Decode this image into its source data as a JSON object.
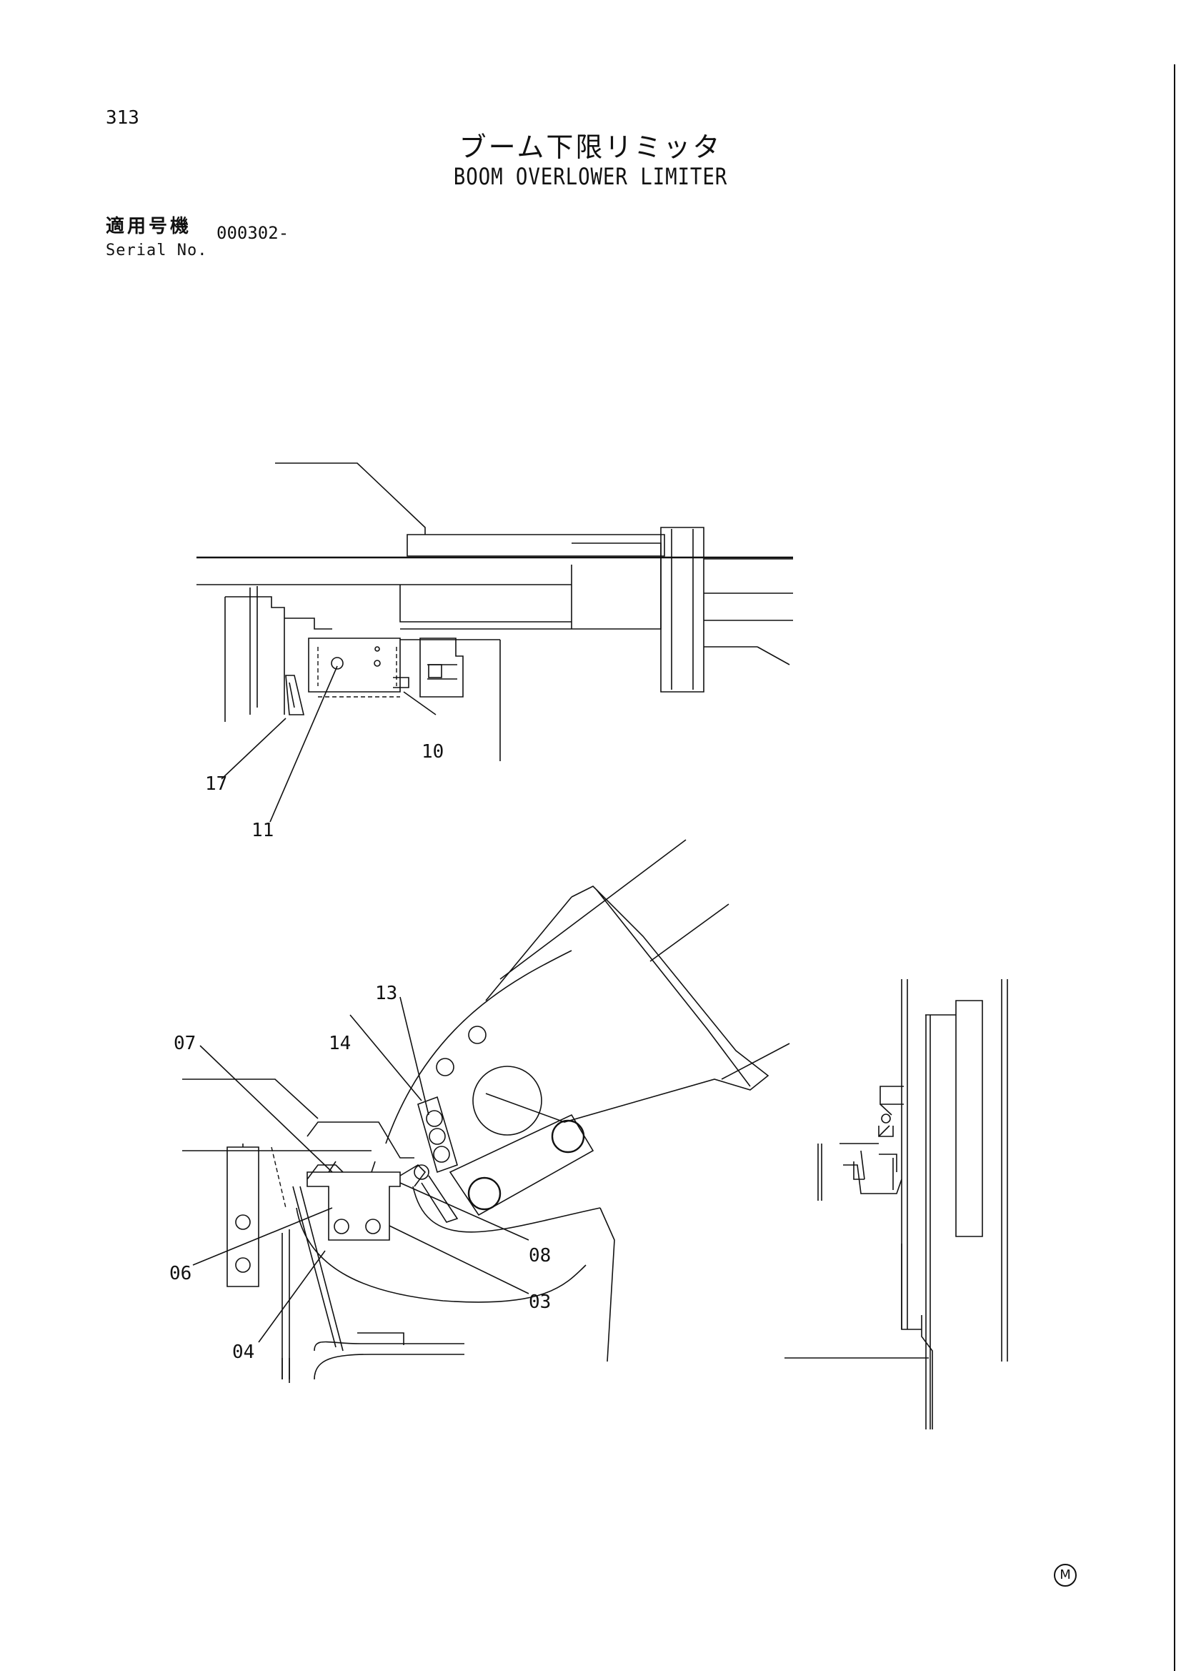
{
  "header": {
    "page_number": "313",
    "title_jp": "ブーム下限リミッタ",
    "title_en": "BOOM OVERLOWER LIMITER"
  },
  "serial": {
    "label_jp": "適用号機",
    "label_en": "Serial No.",
    "value": "000302-"
  },
  "callouts": {
    "c17": "17",
    "c11": "11",
    "c10": "10",
    "c13": "13",
    "c14": "14",
    "c07": "07",
    "c06": "06",
    "c04": "04",
    "c08": "08",
    "c03": "03"
  },
  "footer": {
    "mark": "M"
  }
}
